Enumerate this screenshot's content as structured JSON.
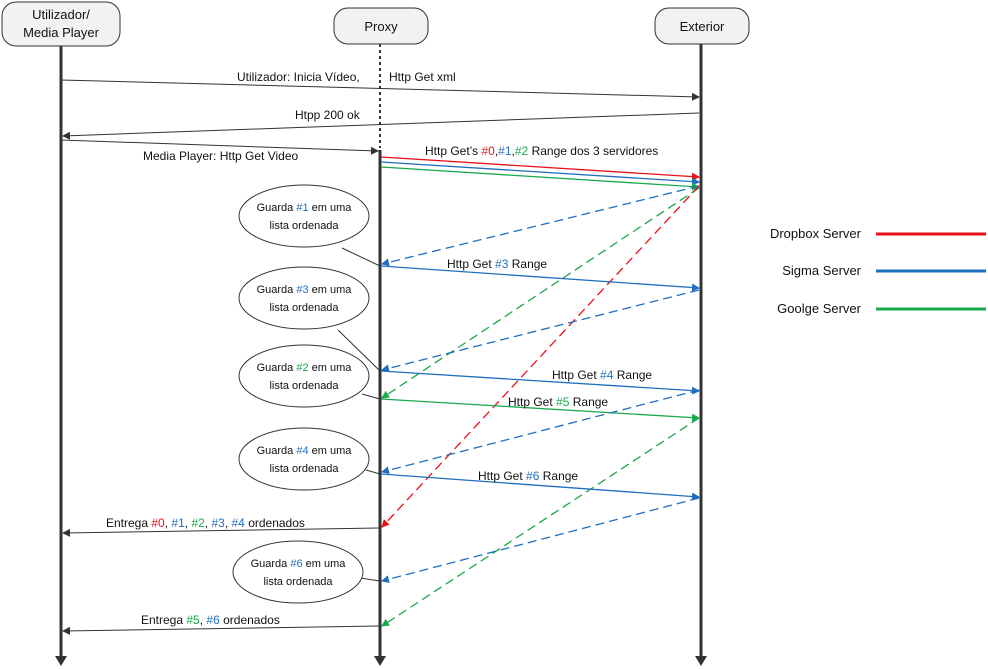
{
  "colors": {
    "dropbox": "#e8101a",
    "sigma": "#1f6fbf",
    "google": "#1aa84c",
    "line": "#333333"
  },
  "participants": {
    "user_line1": "Utilizador/",
    "user_line2": "Media Player",
    "proxy": "Proxy",
    "exterior": "Exterior"
  },
  "messages": {
    "m1": "Utilizador: Inicia Vídeo,",
    "m1b": "Http Get xml",
    "m2": "Htpp 200 ok",
    "m3": "Media Player: Http Get Video",
    "m4_a": "Http Get’s ",
    "m4_t0": "#0",
    "m4_c1": ",",
    "m4_t1": "#1",
    "m4_c2": ",",
    "m4_t2": "#2",
    "m4_b": " Range dos 3 servidores",
    "m5_a": "Http Get ",
    "m5_t": "#3",
    "m5_b": " Range",
    "m6_a": "Http Get ",
    "m6_t": "#4",
    "m6_b": " Range",
    "m7_a": "Http Get ",
    "m7_t": "#5",
    "m7_b": " Range",
    "m8_a": "Http Get ",
    "m8_t": "#6",
    "m8_b": " Range",
    "m9_a": "Entrega ",
    "m9_t0": "#0",
    "m9_c1": ", ",
    "m9_t1": "#1",
    "m9_c2": ", ",
    "m9_t2": "#2",
    "m9_c3": ", ",
    "m9_t3": "#3",
    "m9_c4": ", ",
    "m9_t4": "#4",
    "m9_b": " ordenados",
    "m10_a": "Entrega  ",
    "m10_t5": "#5",
    "m10_c": ", ",
    "m10_t6": "#6",
    "m10_b": " ordenados"
  },
  "notes": {
    "n1_a": "Guarda ",
    "n1_t": "#1",
    "n1_b": "  em uma",
    "n1_c": "lista ordenada",
    "n2_a": "Guarda ",
    "n2_t": "#3",
    "n2_b": "  em uma",
    "n2_c": "lista ordenada",
    "n3_a": "Guarda ",
    "n3_t": "#2",
    "n3_b": "  em uma",
    "n3_c": "lista ordenada",
    "n4_a": "Guarda ",
    "n4_t": "#4",
    "n4_b": "  em uma",
    "n4_c": "lista ordenada",
    "n5_a": "Guarda ",
    "n5_t": "#6",
    "n5_b": "  em uma",
    "n5_c": "lista ordenada"
  },
  "legend": {
    "dropbox": "Dropbox Server",
    "sigma": "Sigma Server",
    "google": "Goolge Server"
  }
}
